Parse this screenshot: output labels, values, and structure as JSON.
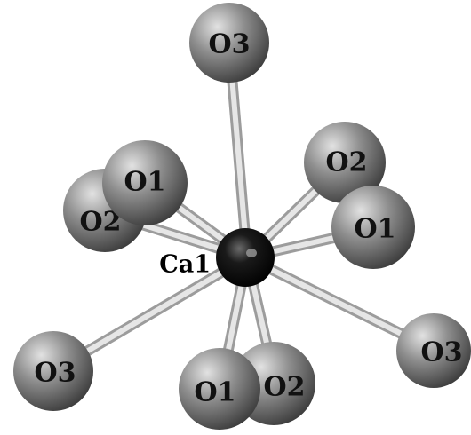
{
  "diagram": {
    "center_atom": {
      "label": "Ca1"
    },
    "ligands": [
      {
        "label": "O3"
      },
      {
        "label": "O2"
      },
      {
        "label": "O1"
      },
      {
        "label": "O1"
      },
      {
        "label": "O2"
      },
      {
        "label": "O3"
      },
      {
        "label": "O3"
      },
      {
        "label": "O1"
      },
      {
        "label": "O2"
      }
    ]
  },
  "colors": {
    "oxygen_atom": "#7a7a7a",
    "calcium_atom": "#050505",
    "bond": "#d9d9d9",
    "label_text": "#111111"
  }
}
